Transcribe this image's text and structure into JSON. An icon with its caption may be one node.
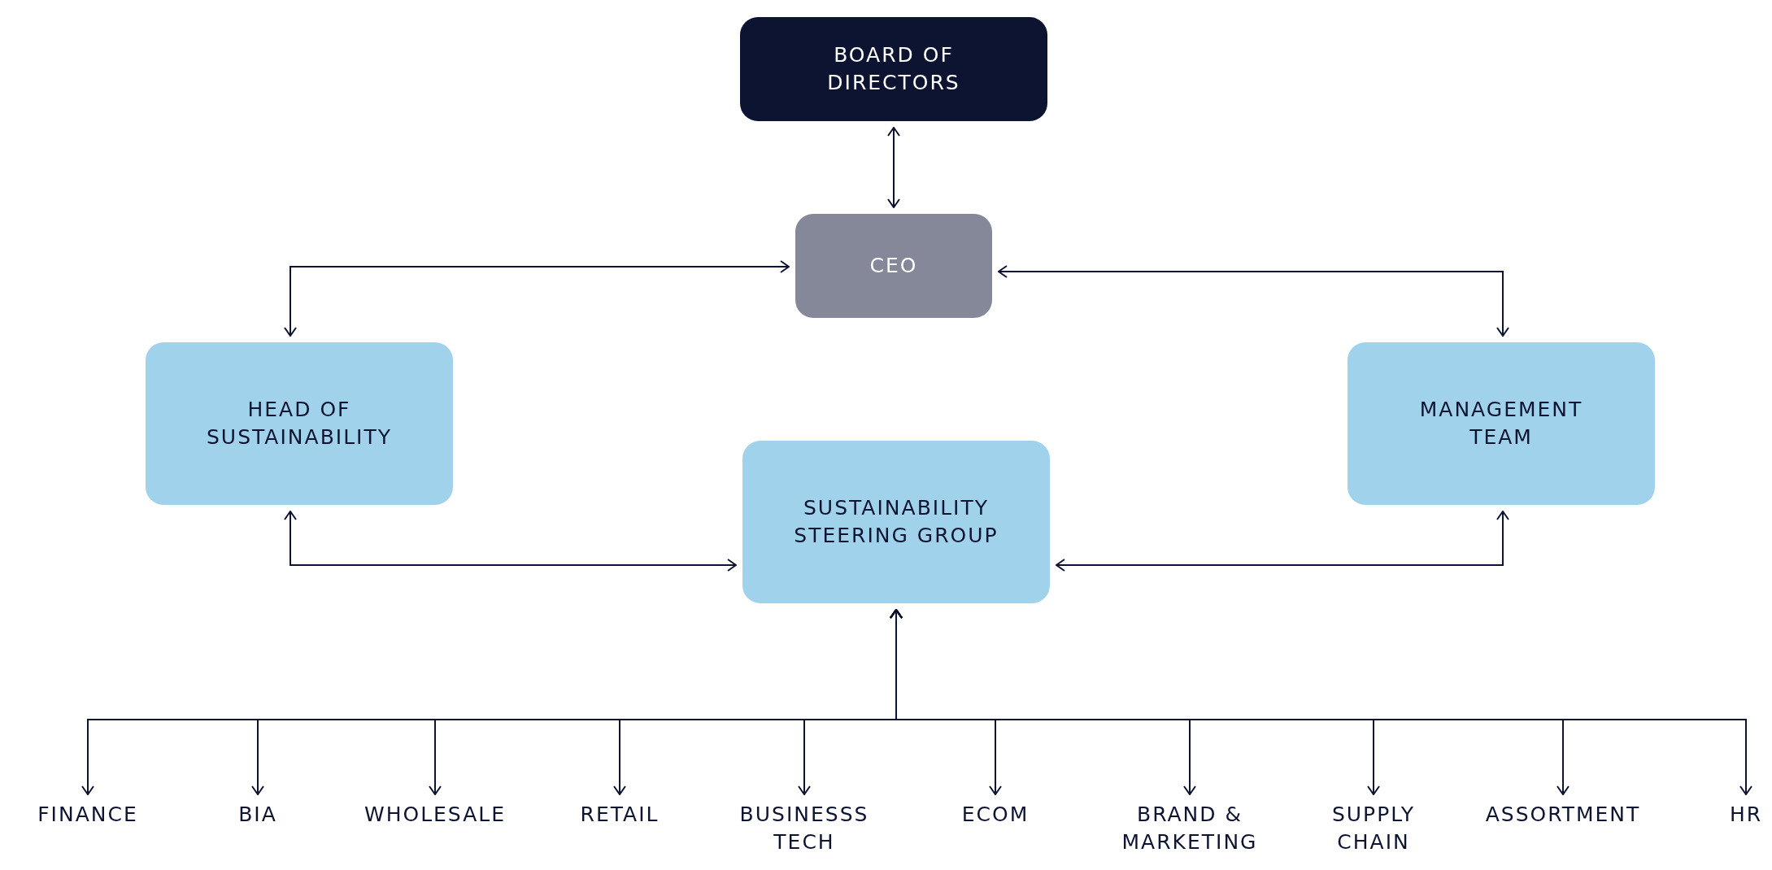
{
  "diagram": {
    "nodes": [
      {
        "text": [
          "BOARD OF DIRECTORS"
        ]
      },
      {
        "text": [
          "CEO"
        ]
      },
      {
        "text": [
          "HEAD OF SUSTAINABILITY"
        ]
      },
      {
        "text": [
          "MANAGEMENT TEAM"
        ]
      },
      {
        "text": [
          "SUSTAINABILITY STEERING GROUP"
        ]
      },
      {
        "text": [
          "FINANCE"
        ]
      },
      {
        "text": [
          "BIA"
        ]
      },
      {
        "text": [
          "WHOLESALE"
        ]
      },
      {
        "text": [
          "RETAIL"
        ]
      },
      {
        "text": [
          "BUSINESSS TECH"
        ]
      },
      {
        "text": [
          "ECOM"
        ]
      },
      {
        "text": [
          "BRAND & MARKETING"
        ]
      },
      {
        "text": [
          "SUPPLY CHAIN"
        ]
      },
      {
        "text": [
          "ASSORTMENT"
        ]
      },
      {
        "text": [
          "HR"
        ]
      }
    ],
    "edges": [
      {
        "from": 0,
        "to": 1,
        "arrow": "both"
      },
      {
        "from": 1,
        "to": 2,
        "arrow": "both"
      },
      {
        "from": 1,
        "to": 3,
        "arrow": "both"
      },
      {
        "from": 2,
        "to": 4,
        "arrow": "both"
      },
      {
        "from": 3,
        "to": 4,
        "arrow": "both"
      },
      {
        "from": 4,
        "to": 5,
        "arrow": "both"
      },
      {
        "from": 4,
        "to": 6,
        "arrow": "both"
      },
      {
        "from": 4,
        "to": 7,
        "arrow": "both"
      },
      {
        "from": 4,
        "to": 8,
        "arrow": "both"
      },
      {
        "from": 4,
        "to": 9,
        "arrow": "both"
      },
      {
        "from": 4,
        "to": 10,
        "arrow": "both"
      },
      {
        "from": 4,
        "to": 11,
        "arrow": "both"
      },
      {
        "from": 4,
        "to": 12,
        "arrow": "both"
      },
      {
        "from": 4,
        "to": 13,
        "arrow": "both"
      },
      {
        "from": 4,
        "to": 14,
        "arrow": "both"
      }
    ]
  }
}
